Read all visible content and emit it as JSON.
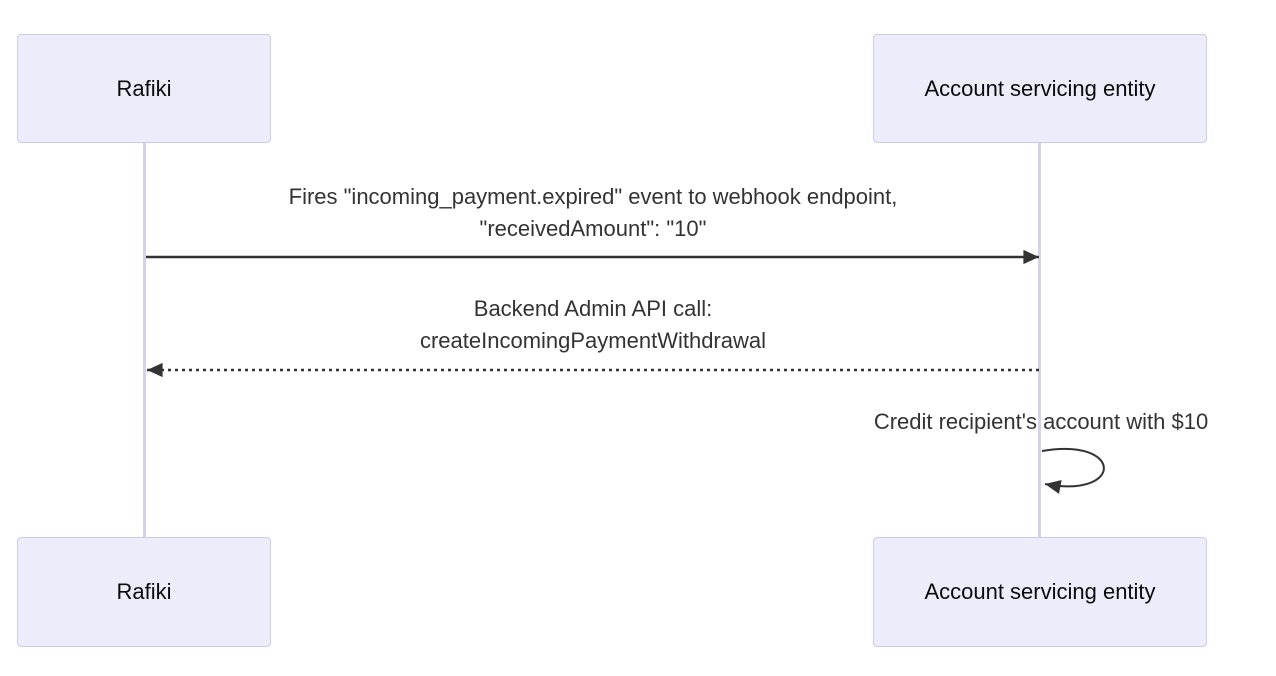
{
  "diagram": {
    "type": "sequence-diagram",
    "background": "#ffffff",
    "actors": [
      {
        "id": "rafiki",
        "label": "Rafiki"
      },
      {
        "id": "account-servicing-entity",
        "label": "Account servicing entity"
      }
    ],
    "messages": [
      {
        "from": "Rafiki",
        "to": "Account servicing entity",
        "arrow": "solid",
        "text_lines": [
          "Fires \"incoming_payment.expired\" event to webhook endpoint,",
          "\"receivedAmount\": \"10\""
        ]
      },
      {
        "from": "Account servicing entity",
        "to": "Rafiki",
        "arrow": "dotted",
        "text_lines": [
          "Backend Admin API call:",
          "createIncomingPaymentWithdrawal"
        ]
      },
      {
        "from": "Account servicing entity",
        "to": "Account servicing entity",
        "arrow": "self-loop",
        "text_lines": [
          "Credit recipient's account with $10"
        ]
      }
    ],
    "colors": {
      "actor_fill": "#ECECFA",
      "actor_border": "#CDC9E6",
      "lifeline": "#D6D0EC",
      "message_line": "#333333",
      "message_text": "#333333",
      "actor_text": "#0B0B0B"
    }
  }
}
